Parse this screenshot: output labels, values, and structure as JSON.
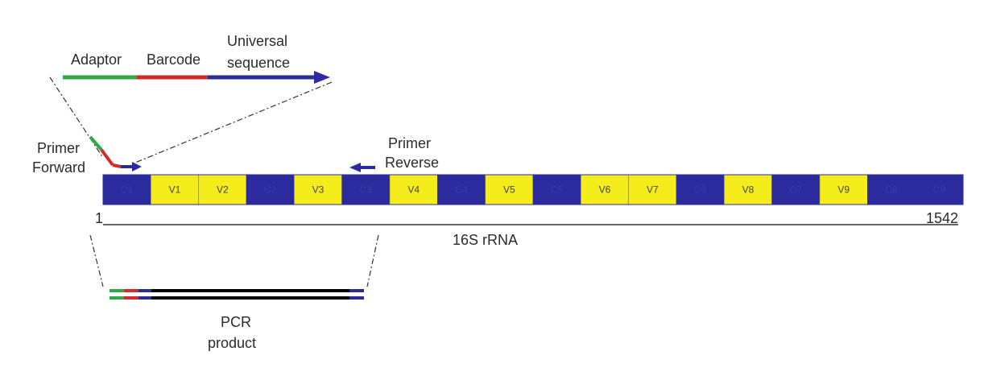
{
  "colors": {
    "adaptor": "#2eaa4a",
    "barcode": "#d42a2a",
    "universal": "#2b2b9e",
    "constant": "#2b2b9e",
    "variable": "#f5ec1c",
    "product_core": "#000000",
    "text": "#2b2b2b",
    "constant_text": "#3a3aa8",
    "variable_text": "#444444"
  },
  "primer_construct": {
    "adaptor_label": "Adaptor",
    "barcode_label": "Barcode",
    "universal_label_line1": "Universal",
    "universal_label_line2": "sequence"
  },
  "primer_forward": {
    "line1": "Primer",
    "line2": "Forward"
  },
  "primer_reverse": {
    "line1": "Primer",
    "line2": "Reverse"
  },
  "gene": {
    "name": "16S rRNA",
    "start_label": "1",
    "end_label": "1542",
    "segments": [
      {
        "label": "C1",
        "kind": "constant"
      },
      {
        "label": "V1",
        "kind": "variable"
      },
      {
        "label": "V2",
        "kind": "variable"
      },
      {
        "label": "C2",
        "kind": "constant"
      },
      {
        "label": "V3",
        "kind": "variable"
      },
      {
        "label": "C3",
        "kind": "constant"
      },
      {
        "label": "V4",
        "kind": "variable"
      },
      {
        "label": "C4",
        "kind": "constant"
      },
      {
        "label": "V5",
        "kind": "variable"
      },
      {
        "label": "C5",
        "kind": "constant"
      },
      {
        "label": "V6",
        "kind": "variable"
      },
      {
        "label": "V7",
        "kind": "variable"
      },
      {
        "label": "C6",
        "kind": "constant"
      },
      {
        "label": "V8",
        "kind": "variable"
      },
      {
        "label": "C7",
        "kind": "constant"
      },
      {
        "label": "V9",
        "kind": "variable"
      },
      {
        "label": "C8",
        "kind": "constant"
      },
      {
        "label": "C9",
        "kind": "constant"
      }
    ]
  },
  "pcr_product": {
    "line1": "PCR",
    "line2": "product"
  }
}
